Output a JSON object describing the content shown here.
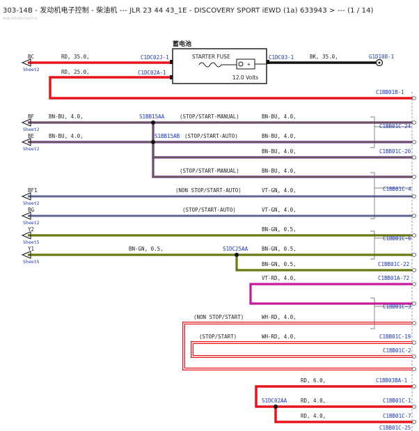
{
  "header": "303-14B - 发动机电子控制 - 柴油机 --- JLR 23 44 43_1E - DISCOVERY SPORT iEWD (1a) 633943 > --- (1 / 14)",
  "subheader": "PAGE-PREVIEW.SHEET-01",
  "battery": {
    "title": "蓄电池",
    "fuse_label": "STARTER FUSE",
    "volts": "12.0 Volts",
    "pin_left_top": "C1DC02J-1",
    "pin_left_bottom": "C1DC02A-1",
    "pin_right": "C1DC03-1"
  },
  "ground": {
    "label": "G1D108-1",
    "wire": "BK, 35.0,"
  },
  "left_signals": [
    {
      "id": "BC",
      "sheet": "Sheet2"
    },
    {
      "id": "BF",
      "sheet": "Sheet2"
    },
    {
      "id": "BE",
      "sheet": "Sheet2"
    },
    {
      "id": "BF1",
      "sheet": "Sheet2"
    },
    {
      "id": "BG",
      "sheet": "Sheet2"
    },
    {
      "id": "Y2",
      "sheet": "Sheet5"
    },
    {
      "id": "Y1",
      "sheet": "Sheet5"
    }
  ],
  "wire_labels": {
    "bc": "RD, 35.0,",
    "bat2": "RD, 25.0,",
    "bf": "BN-BU, 4.0,",
    "be": "BN-BU, 4.0,",
    "r1": "BN-BU, 4.0,",
    "r2": "BN-BU, 4.0,",
    "r3": "BN-BU, 4.0,",
    "r4": "BN-BU, 4.0,",
    "bf1": "VT-GN, 4.0,",
    "bg": "VT-GN, 4.0,",
    "y2": "BN-GN, 0.5,",
    "y1": "BN-GN, 0.5,",
    "y1b": "BN-GN, 0.5,",
    "g3": "BN-GN, 0.5,",
    "vt": "VT-RD, 4.0,",
    "wh1": "WH-RD, 4.0,",
    "wh2": "WH-RD, 4.0,",
    "rd1": "RD, 6.0,",
    "rd2": "RD, 4.0,",
    "rd3": "RD, 4.0,"
  },
  "signal_labels": {
    "manual1": "(STOP/START-MANUAL)",
    "auto": "(STOP/START-AUTO)",
    "manual2": "(STOP/START-MANUAL)",
    "nonauto": "(NON STOP/START-AUTO)",
    "auto2": "(STOP/START-AUTO)",
    "nonstop": "(NON STOP/START)",
    "stop": "(STOP/START)"
  },
  "splices": {
    "s1": "S1BB15AA",
    "s2": "S1BB15AB",
    "s3": "S1DC25AA",
    "s4": "S1DC02AA"
  },
  "connectors": [
    "C1BB01B-1",
    "C1BB01C-24",
    "C1BB01C-20",
    "C1BB01C-4",
    "C1BB01C-6",
    "C1BB01C-22",
    "C1BB01A-72",
    "C1BB01C-3",
    "C1BB01C-19",
    "C1BB01C-2",
    "C1BB03BA-1",
    "C1BB01C-1",
    "C1BB01C-7",
    "C1BB01C-25"
  ],
  "colors": {
    "red": "#e8141c",
    "black": "#111111",
    "brown_blue": "#5a3a8a",
    "violet_green": "#7a8a9a",
    "brown_green": "#6b7a10",
    "violet_red": "#c81a9a",
    "white_red": "#e8141c",
    "label_blue": "#1a35c8"
  }
}
